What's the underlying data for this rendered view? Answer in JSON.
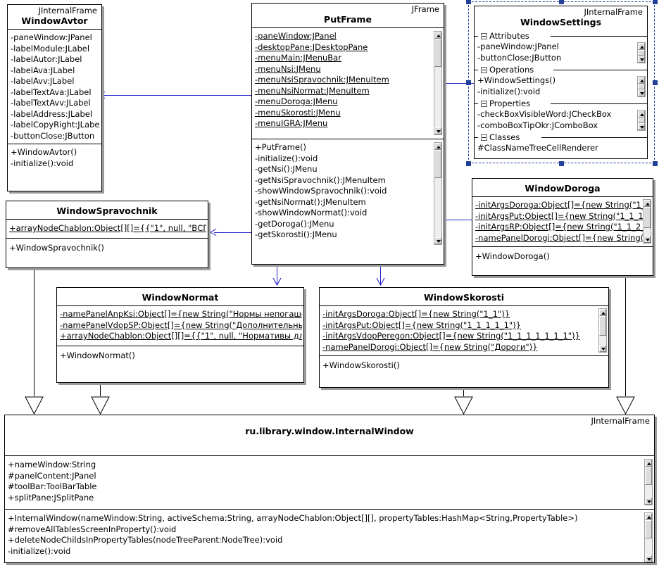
{
  "diagram": {
    "title": "UML class diagram",
    "accent_color": "#2222cc",
    "selection_color": "#21409a",
    "shadow_color": "#9a9a9a"
  },
  "classes": {
    "window_avtor": {
      "stereotype": "JInternalFrame",
      "name": "WindowAvtor",
      "attributes": [
        "-paneWindow:JPanel",
        "-labelModule:JLabel",
        "-labelAutor:JLabel",
        "-labelAva:JLabel",
        "-labelAvv:JLabel",
        "-labelTextAva:JLabel",
        "-labelTextAvv:JLabel",
        "-labelAddress:JLabel",
        "-labelCopyRight:JLabel",
        "-buttonClose:JButton"
      ],
      "operations": [
        "+WindowAvtor()",
        "-initialize():void"
      ]
    },
    "put_frame": {
      "stereotype": "JFrame",
      "name": "PutFrame",
      "attributes": [
        "-paneWindow:JPanel",
        "-desktopPane:JDesktopPane",
        "-menuMain:JMenuBar",
        "-menuNsi:JMenu",
        "-menuNsiSpravochnik:JMenuItem",
        "-menuNsiNormat:JMenuItem",
        "-menuDoroga:JMenu",
        "-menuSkorosti:JMenu",
        "-menuIGRA:JMenu"
      ],
      "operations": [
        "+PutFrame()",
        "-initialize():void",
        "-getNsi():JMenu",
        "-getNsiSpravochnik():JMenuItem",
        "-showWindowSpravochnik():void",
        "-getNsiNormat():JMenuItem",
        "-showWindowNormat():void",
        "-getDoroga():JMenu",
        "-getSkorosti():JMenu"
      ]
    },
    "window_settings": {
      "stereotype": "JInternalFrame",
      "name": "WindowSettings",
      "selected": true,
      "groups": [
        {
          "label": "Attributes",
          "rows": [
            "-paneWindow:JPanel",
            "-buttonClose:JButton"
          ]
        },
        {
          "label": "Operations",
          "rows": [
            "+WindowSettings()",
            "-initialize():void"
          ]
        },
        {
          "label": "Properties",
          "rows": [
            "-checkBoxVisibleWord:JCheckBox",
            "-comboBoxTipOkr:JComboBox"
          ]
        },
        {
          "label": "Classes",
          "rows": [
            "#ClassNameTreeCellRenderer"
          ]
        }
      ]
    },
    "window_spravochnik": {
      "stereotype": "",
      "name": "WindowSpravochnik",
      "attributes": [
        "+arrayNodeChablon:Object[][]={{\"1\", null, \"ВСП\","
      ],
      "operations": [
        "+WindowSpravochnik()"
      ]
    },
    "window_doroga": {
      "stereotype": "",
      "name": "WindowDoroga",
      "attributes": [
        "-initArgsDoroga:Object[]={new String(\"1_",
        "-initArgsPut:Object[]={new String(\"1_1_1",
        "-initArgsRP:Object[]={new String(\"1_1_2_",
        "-namePanelDorogi:Object[]={new String(\""
      ],
      "operations": [
        "+WindowDoroga()"
      ]
    },
    "window_normat": {
      "stereotype": "",
      "name": "WindowNormat",
      "attributes": [
        "-namePanelAnpKsi:Object[]={new String(\"Нормы непогаше",
        "-namePanelVdopSP:Object[]={new String(\"Дополнительны",
        "+arrayNodeChablon:Object[][]={{\"1\", null, \"Нормативы для"
      ],
      "operations": [
        "+WindowNormat()"
      ]
    },
    "window_skorosti": {
      "stereotype": "",
      "name": "WindowSkorosti",
      "attributes": [
        "-initArgsDoroga:Object[]={new String(\"1_1\")}",
        "-initArgsPut:Object[]={new String(\"1_1_1_1_1\")}",
        "-initArgsVdopPeregon:Object[]={new String(\"1_1_1_1_1_1_1\")}",
        "-namePanelDorogi:Object[]={new String(\"Дороги\")}"
      ],
      "operations": [
        "+WindowSkorosti()"
      ]
    },
    "internal_window": {
      "stereotype": "JInternalFrame",
      "name": "ru.library.window.InternalWindow",
      "attributes": [
        "+nameWindow:String",
        "#panelContent:JPanel",
        "#toolBar:ToolBarTable",
        "+splitPane:JSplitPane"
      ],
      "operations": [
        "+InternalWindow(nameWindow:String, activeSchema:String, arrayNodeChablon:Object[][], propertyTables:HashMap<String,PropertyTable>)",
        "#removeAllTablesScreenInProperty():void",
        "+deleteNodeChildsInPropertyTables(nodeTreeParent:NodeTree):void",
        "-initialize():void"
      ]
    }
  },
  "connectors": {
    "dependencies": [
      {
        "from": "put_frame",
        "to": "window_avtor",
        "kind": "open-arrow"
      },
      {
        "from": "put_frame",
        "to": "window_settings",
        "kind": "open-arrow"
      },
      {
        "from": "put_frame",
        "to": "window_doroga",
        "kind": "open-arrow"
      },
      {
        "from": "put_frame",
        "to": "window_spravochnik",
        "kind": "open-arrow"
      },
      {
        "from": "put_frame",
        "to": "window_normat",
        "kind": "open-arrow"
      },
      {
        "from": "put_frame",
        "to": "window_skorosti",
        "kind": "open-arrow"
      }
    ],
    "generalizations": [
      {
        "from": "window_spravochnik",
        "to": "internal_window",
        "kind": "hollow-triangle"
      },
      {
        "from": "window_normat",
        "to": "internal_window",
        "kind": "hollow-triangle"
      },
      {
        "from": "window_skorosti",
        "to": "internal_window",
        "kind": "hollow-triangle"
      },
      {
        "from": "window_doroga",
        "to": "internal_window",
        "kind": "hollow-triangle"
      }
    ]
  }
}
